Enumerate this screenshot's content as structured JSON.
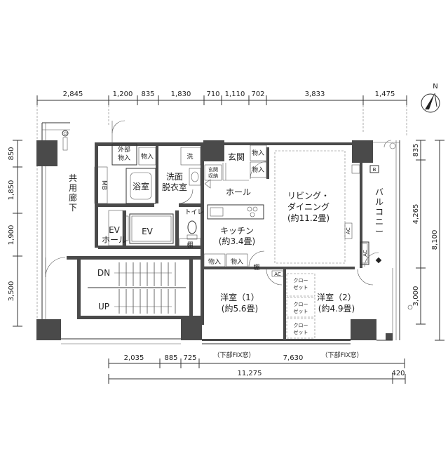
{
  "dimensions": {
    "top": [
      "2,845",
      "1,200",
      "835",
      "1,830",
      "710",
      "1,110",
      "702",
      "3,833",
      "1,475"
    ],
    "left": [
      "850",
      "1,850",
      "1,900",
      "3,500"
    ],
    "right_inner": [
      "835",
      "4,265",
      "3,000"
    ],
    "right_outer": "8,100",
    "bottom_segments": [
      "2,035",
      "885",
      "725",
      "7,630"
    ],
    "bottom_total": "11,275",
    "bottom_extra": "420"
  },
  "rooms": {
    "common_corridor": [
      "共",
      "用",
      "廊",
      "下"
    ],
    "outdoor_storage": [
      "外部",
      "物入"
    ],
    "storage": "物入",
    "wash": "洗",
    "entrance": "玄関",
    "entrance_storage": [
      "玄関",
      "収納"
    ],
    "mb": "MB",
    "bath": "浴室",
    "washroom": [
      "洗面",
      "脱衣室"
    ],
    "hall": "ホール",
    "toilet": "トイレ",
    "ev_hall": [
      "EV",
      "ホール"
    ],
    "ev": "EV",
    "shelf": "棚",
    "kitchen": [
      "キッチン",
      "(約3.4畳)"
    ],
    "living": [
      "リビング・",
      "ダイニング",
      "(約11.2畳)"
    ],
    "balcony": [
      "バ",
      "ル",
      "コ",
      "ニ",
      "ー"
    ],
    "bedroom1": [
      "洋室（1）",
      "(約5.6畳)"
    ],
    "bedroom2": [
      "洋室（2）",
      "(約4.9畳)"
    ],
    "closet": [
      "クロー",
      "ゼット"
    ],
    "stairs_down": "DN",
    "stairs_up": "UP",
    "window_note": "（下部FIX窓）",
    "ac": "AC",
    "b": "B"
  },
  "compass": {
    "label": "N"
  }
}
